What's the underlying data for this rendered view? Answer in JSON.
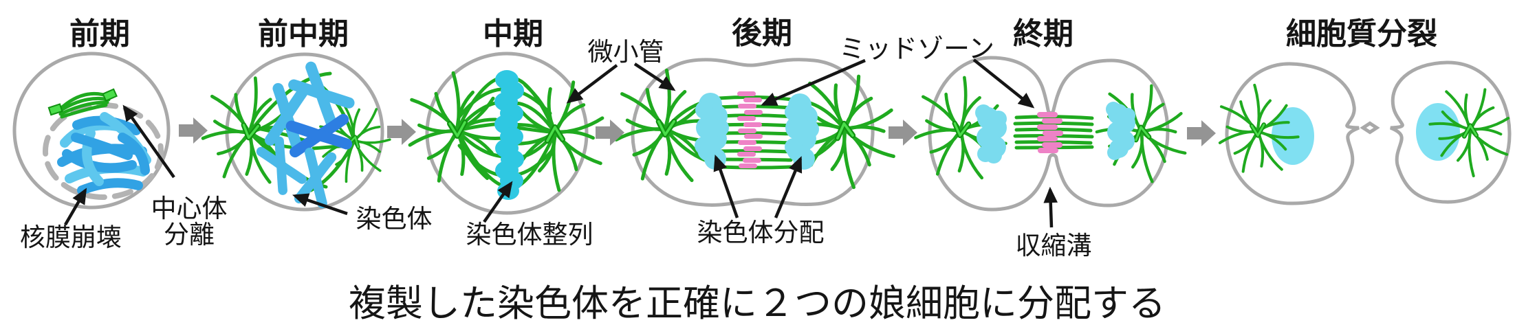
{
  "figure": {
    "caption": "複製した染色体を正確に２つの娘細胞に分配する"
  },
  "stages": [
    {
      "id": "prophase",
      "title": "前期"
    },
    {
      "id": "prometaphase",
      "title": "前中期"
    },
    {
      "id": "metaphase",
      "title": "中期"
    },
    {
      "id": "anaphase",
      "title": "後期"
    },
    {
      "id": "telophase",
      "title": "終期"
    },
    {
      "id": "cytokinesis",
      "title": "細胞質分裂"
    }
  ],
  "annotations": {
    "nuclear_envelope_breakdown": "核膜崩壊",
    "centrosome_separation": [
      "中心体",
      "分離"
    ],
    "chromosome": "染色体",
    "chromosome_alignment": "染色体整列",
    "microtubule": "微小管",
    "chromosome_distribution": "染色体分配",
    "midzone": "ミッドゾーン",
    "cleavage_furrow": "収縮溝"
  },
  "colors": {
    "ink": "#151515",
    "membrane": "#a9a9a9",
    "envelope": "#b3b3b3",
    "green": "#1faa1f",
    "chevron_fill": "#4ade4a",
    "chevron_stroke": "#119111",
    "chromatin_light": "#5ec7ee",
    "chromatin_dark": "#31a2e4",
    "blue_light": "#4bb9e9",
    "blue_dark": "#2d7ee2",
    "cyan_band": "#2fc8e2",
    "cyan_mass": "#7adbee",
    "cyan_nucleus": "#80e0f2",
    "pink": "#ee82c6",
    "gray_arrow": "#949494"
  }
}
